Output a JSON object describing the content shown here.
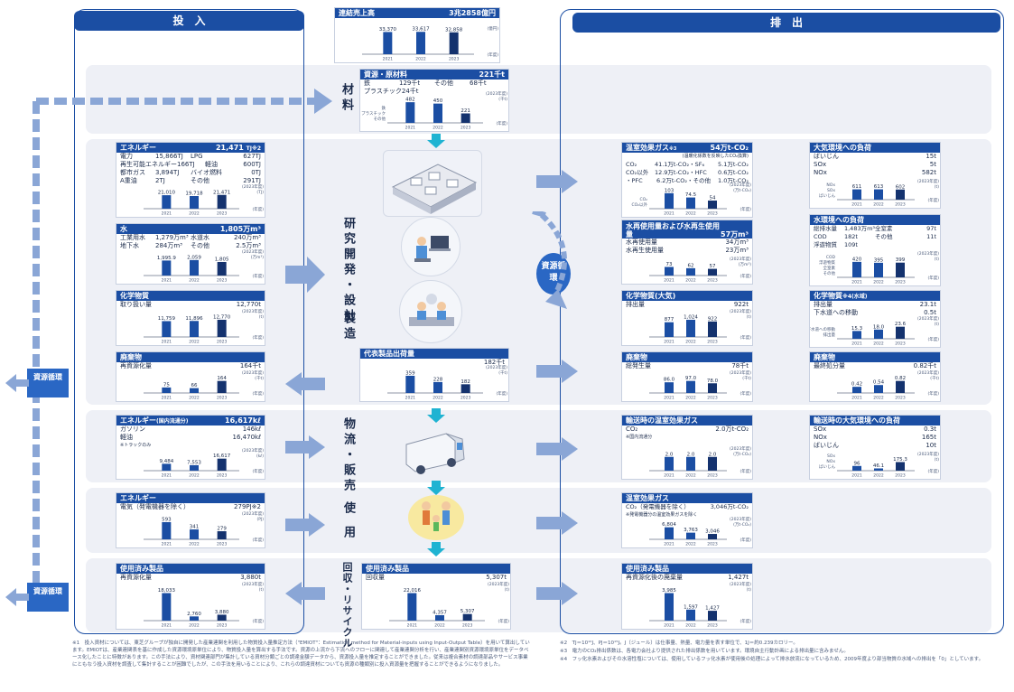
{
  "headers": {
    "input": "投　入",
    "output": "排　出"
  },
  "sales": {
    "title": "連結売上高",
    "total": "3兆2858億円",
    "unit": "(億円)",
    "year_label": "(年度)",
    "years": [
      "2021",
      "2022",
      "2023"
    ],
    "values": [
      33370,
      33617,
      32858
    ],
    "labels": [
      "33,370",
      "33,617",
      "32,858"
    ]
  },
  "stages": {
    "materials": "材料",
    "rd": "研究開発・設計",
    "mfg": "製造",
    "logistics": "物流・販売",
    "use": "使用",
    "recycle": "回収・リサイクル"
  },
  "recycling_circle": "資源循環",
  "recycling_out": "資源循環",
  "materials": {
    "title": "資源・原材料",
    "note": "※1",
    "total": "221千t",
    "rows": [
      [
        "鉄",
        "129千t",
        "その他",
        "68千t"
      ],
      [
        "プラスチック",
        "24千t",
        "",
        ""
      ]
    ],
    "unit": "(千t)",
    "fy": "(2023年度)",
    "stack_labels": [
      "その他",
      "プラスチック",
      "鉄"
    ],
    "values": [
      482,
      450,
      221
    ],
    "labels": [
      "482",
      "450",
      "221"
    ]
  },
  "energy_in": {
    "title": "エネルギー",
    "total": "21,471",
    "unit_hd": "TJ※2",
    "rows": [
      [
        "電力",
        "15,866TJ",
        "LPG",
        "627TJ"
      ],
      [
        "再生可能エネルギー",
        "166TJ",
        "軽油",
        "600TJ"
      ],
      [
        "都市ガス",
        "3,894TJ",
        "バイオ燃料",
        "0TJ"
      ],
      [
        "A重油",
        "2TJ",
        "その他",
        "291TJ"
      ]
    ],
    "fy": "(2023年度)",
    "unit": "(TJ)",
    "values": [
      21010,
      19718,
      21471
    ],
    "labels": [
      "21,010",
      "19,718",
      "21,471"
    ]
  },
  "water_in": {
    "title": "水",
    "total": "1,805万m³",
    "rows": [
      [
        "工業用水",
        "1,279万m³",
        "水道水",
        "240万m³"
      ],
      [
        "地下水",
        "284万m³",
        "その他",
        "2.5万m³"
      ]
    ],
    "fy": "(2023年度)",
    "unit": "(万m³)",
    "values": [
      1996,
      2059,
      1805
    ],
    "labels": [
      "1,995.9",
      "2,059",
      "1,805"
    ]
  },
  "chem_in": {
    "title": "化学物質",
    "rows": [
      [
        "取り扱い量",
        "12,770t"
      ]
    ],
    "fy": "(2023年度)",
    "unit": "(t)",
    "values": [
      11759,
      11896,
      12770
    ],
    "labels": [
      "11,759",
      "11,896",
      "12,770"
    ]
  },
  "waste_in": {
    "title": "廃棄物",
    "rows": [
      [
        "再資源化量",
        "164千t"
      ]
    ],
    "fy": "(2023年度)",
    "unit": "(千t)",
    "values": [
      75,
      66,
      164
    ],
    "labels": [
      "75",
      "66",
      "164"
    ]
  },
  "energy_log": {
    "title": "エネルギー",
    "sub": "(国内流通分)",
    "total": "16,617kℓ",
    "rows": [
      [
        "ガソリン",
        "146kℓ"
      ],
      [
        "軽油",
        "16,470kℓ"
      ]
    ],
    "note": "※トラックのみ",
    "fy": "(2023年度)",
    "unit": "(kℓ)",
    "values": [
      9484,
      7553,
      16617
    ],
    "labels": [
      "9,484",
      "7,553",
      "16,617"
    ]
  },
  "energy_use": {
    "title": "エネルギー",
    "rows": [
      [
        "電気（発電機器を除く）",
        "279PJ※2"
      ]
    ],
    "fy": "(2023年度)",
    "unit": "(PJ)",
    "values": [
      593,
      341,
      279
    ],
    "labels": [
      "593",
      "341",
      "279"
    ]
  },
  "used_in": {
    "title": "使用済み製品",
    "rows": [
      [
        "再資源化量",
        "3,880t"
      ]
    ],
    "fy": "(2023年度)",
    "unit": "(t)",
    "values": [
      18033,
      2760,
      3880
    ],
    "labels": [
      "18,033",
      "2,760",
      "3,880"
    ]
  },
  "products": {
    "title": "代表製品出荷量",
    "total": "182千t",
    "fy": "(2023年度)",
    "unit": "(千t)",
    "values": [
      359,
      228,
      182
    ],
    "labels": [
      "359",
      "228",
      "182"
    ]
  },
  "collect": {
    "title": "使用済み製品",
    "rows": [
      [
        "回収量",
        "5,307t"
      ]
    ],
    "fy": "(2023年度)",
    "unit": "(t)",
    "values": [
      22016,
      4357,
      5307
    ],
    "labels": [
      "22,016",
      "4,357",
      "5,307"
    ]
  },
  "ghg": {
    "title": "温室効果ガス",
    "note": "※3",
    "total": "54万t-CO₂",
    "sub": "(温暖化係数を反映したCO₂換算)",
    "rows": [
      [
        "CO₂",
        "41.1万t-CO₂",
        "・SF₆",
        "5.1万t-CO₂"
      ],
      [
        "CO₂以外",
        "12.9万t-CO₂",
        "・HFC",
        "0.6万t-CO₂"
      ],
      [
        "・PFC",
        "6.2万t-CO₂",
        "・その他",
        "1.0万t-CO₂"
      ]
    ],
    "fy": "(2023年度)",
    "unit": "(万t-CO₂)",
    "stack_labels": [
      "CO₂以外",
      "CO₂"
    ],
    "values": [
      103,
      74.5,
      54
    ],
    "labels": [
      "103",
      "74.5",
      "54"
    ]
  },
  "water_out": {
    "title": "水再使用量および水再生使用量",
    "total": "57万m³",
    "rows": [
      [
        "水再使用量",
        "34万m³"
      ],
      [
        "水再生使用量",
        "23万m³"
      ]
    ],
    "fy": "(2023年度)",
    "unit": "(万m³)",
    "values": [
      73,
      62,
      57
    ],
    "labels": [
      "73",
      "62",
      "57"
    ]
  },
  "chem_air": {
    "title": "化学物質(大気)",
    "rows": [
      [
        "排出量",
        "922t"
      ]
    ],
    "fy": "(2023年度)",
    "unit": "(t)",
    "values": [
      877,
      1024,
      922
    ],
    "labels": [
      "877",
      "1,024",
      "922"
    ]
  },
  "waste_out": {
    "title": "廃棄物",
    "rows": [
      [
        "総発生量",
        "78千t"
      ]
    ],
    "fy": "(2023年度)",
    "unit": "(千t)",
    "values": [
      86,
      97,
      78
    ],
    "labels": [
      "86.0",
      "97.0",
      "78.0"
    ]
  },
  "air": {
    "title": "大気環境への負荷",
    "rows": [
      [
        "ばいじん",
        "15t"
      ],
      [
        "SOx",
        "5t"
      ],
      [
        "NOx",
        "582t"
      ]
    ],
    "fy": "(2023年度)",
    "unit": "(t)",
    "stack_labels": [
      "ばいじん",
      "SOx",
      "NOx"
    ],
    "values": [
      611,
      613,
      602
    ],
    "labels": [
      "611",
      "613",
      "602"
    ]
  },
  "water_env": {
    "title": "水環境への負荷",
    "rows": [
      [
        "総排水量",
        "1,483万m³",
        "全窒素",
        "97t"
      ],
      [
        "COD",
        "182t",
        "その他",
        "11t"
      ],
      [
        "浮遊物質",
        "109t",
        "",
        ""
      ]
    ],
    "fy": "(2023年度)",
    "unit": "(t)",
    "stack_labels": [
      "その他",
      "全窒素",
      "浮遊物質",
      "COD"
    ],
    "values": [
      420,
      395,
      399
    ],
    "labels": [
      "420",
      "395",
      "399"
    ]
  },
  "chem_water": {
    "title": "化学物質",
    "note": "※4(水域)",
    "rows": [
      [
        "排出量",
        "23.1t"
      ],
      [
        "下水道への移動",
        "0.5t"
      ]
    ],
    "fy": "(2023年度)",
    "unit": "(t)",
    "stack_labels": [
      "排出量",
      "下水道への移動"
    ],
    "values": [
      15.3,
      18.0,
      23.6
    ],
    "labels": [
      "15.3",
      "18.0",
      "23.6"
    ]
  },
  "waste_final": {
    "title": "廃棄物",
    "rows": [
      [
        "最終処分量",
        "0.82千t"
      ]
    ],
    "fy": "(2023年度)",
    "unit": "(千t)",
    "values": [
      0.42,
      0.54,
      0.82
    ],
    "labels": [
      "0.42",
      "0.54",
      "0.82"
    ]
  },
  "ghg_log": {
    "title": "輸送時の温室効果ガス",
    "rows": [
      [
        "CO₂",
        "2.0万t-CO₂"
      ]
    ],
    "note": "※国内流通分",
    "fy": "(2023年度)",
    "unit": "(万t-CO₂)",
    "values": [
      2.0,
      2.0,
      2.0
    ],
    "labels": [
      "2.0",
      "2.0",
      "2.0"
    ]
  },
  "air_log": {
    "title": "輸送時の大気環境への負荷",
    "rows": [
      [
        "SOx",
        "0.3t"
      ],
      [
        "NOx",
        "165t"
      ],
      [
        "ばいじん",
        "10t"
      ]
    ],
    "fy": "(2023年度)",
    "unit": "(t)",
    "stack_labels": [
      "ばいじん",
      "NOx",
      "SOx"
    ],
    "values": [
      96,
      46.1,
      175.3
    ],
    "labels": [
      "96",
      "46.1",
      "175.3"
    ]
  },
  "ghg_use": {
    "title": "温室効果ガス",
    "rows": [
      [
        "CO₂（発電機器を除く）",
        "3,046万t-CO₂"
      ]
    ],
    "note": "※発電機器分の温室効果ガスを除く",
    "fy": "(2023年度)",
    "unit": "(万t-CO₂)",
    "values": [
      6804,
      3763,
      3046
    ],
    "labels": [
      "6,804",
      "3,763",
      "3,046"
    ]
  },
  "used_out": {
    "title": "使用済み製品",
    "rows": [
      [
        "再資源化後の廃棄量",
        "1,427t"
      ]
    ],
    "fy": "(2023年度)",
    "unit": "(t)",
    "values": [
      3985,
      1597,
      1427
    ],
    "labels": [
      "3,985",
      "1,597",
      "1,427"
    ]
  },
  "chart_years": [
    "2021",
    "2022",
    "2023"
  ],
  "year_word": "(年度)",
  "footnotes": {
    "n1": "※1　投入資材については、東芝グループが独自に開発した産業連関を利用した物質投入量推定方法（\"EMIOT\"：Estimation method for Material-inputs using Input-Output Table）を用いて算出しています。EMIOTは、産業連関表を基に作成した資源環境原単位により、物質投入量を算出する手法です。資源の上流から下流へのフローに関連して産業連関分析を行い、産業連関別資源環境原単位をデータベース化したことに特徴があります。この手法により、資材関連部門が集計している資材分類ごとの調達金額データから、資源投入量を推定することができました。従来は複合素材の調達部品やサービス事業にともなう投入資材を調査して集計することが困難でしたが、この手法を用いることにより、これらの調達資材についても資源の種類別に投入資源量を把握することができるようになりました。",
    "n2": "※2　TJ＝10¹²J、PJ＝10¹⁵J。J（ジュール）は仕事量、熱量、電力量を表す単位で、1J＝約0.239カロリー。",
    "n3": "※3　電力のCO₂排出係数は、各電力会社より提供された排出係数を用いています。環境自主行動計画による排出量に含みません。",
    "n4": "※4　フッ化水素およびその水溶性塩については、使用しているフッ化水素が使用後の処理によって排水放流になっているため、2009年度より部当物質の水域への排出を「0」としています。"
  }
}
